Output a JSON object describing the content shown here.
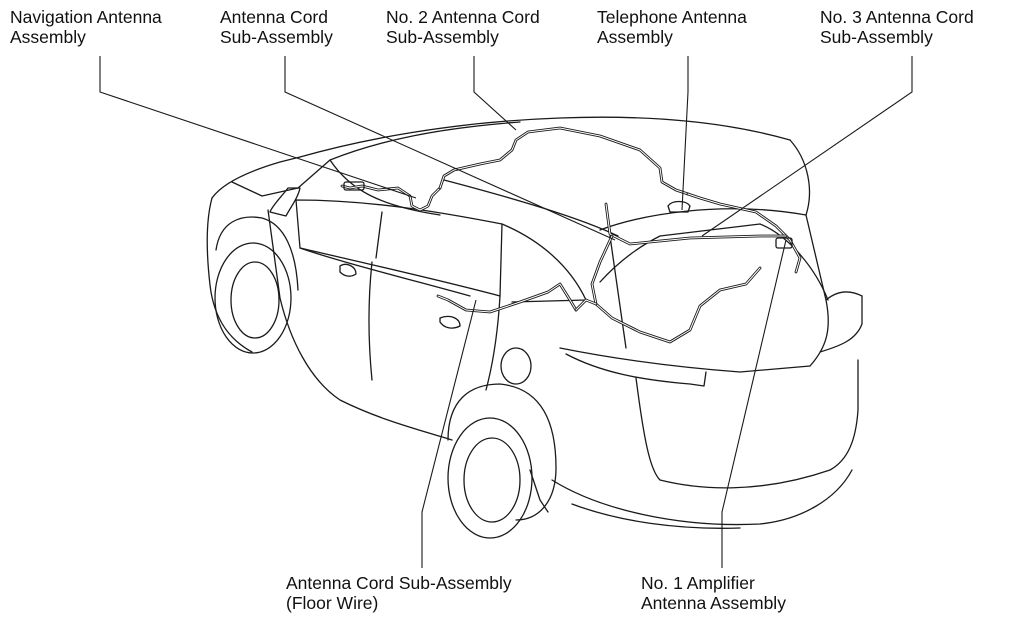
{
  "labels": {
    "navigation_antenna": [
      "Navigation Antenna",
      "Assembly"
    ],
    "antenna_cord": [
      "Antenna Cord",
      "Sub-Assembly"
    ],
    "no2_antenna_cord": [
      "No. 2 Antenna Cord",
      "Sub-Assembly"
    ],
    "telephone_antenna": [
      "Telephone Antenna",
      "Assembly"
    ],
    "no3_antenna_cord": [
      "No. 3 Antenna Cord",
      "Sub-Assembly"
    ],
    "floor_wire_cord": [
      "Antenna Cord Sub-Assembly",
      "(Floor Wire)"
    ],
    "no1_amplifier": [
      "No. 1 Amplifier",
      "Antenna Assembly"
    ]
  }
}
